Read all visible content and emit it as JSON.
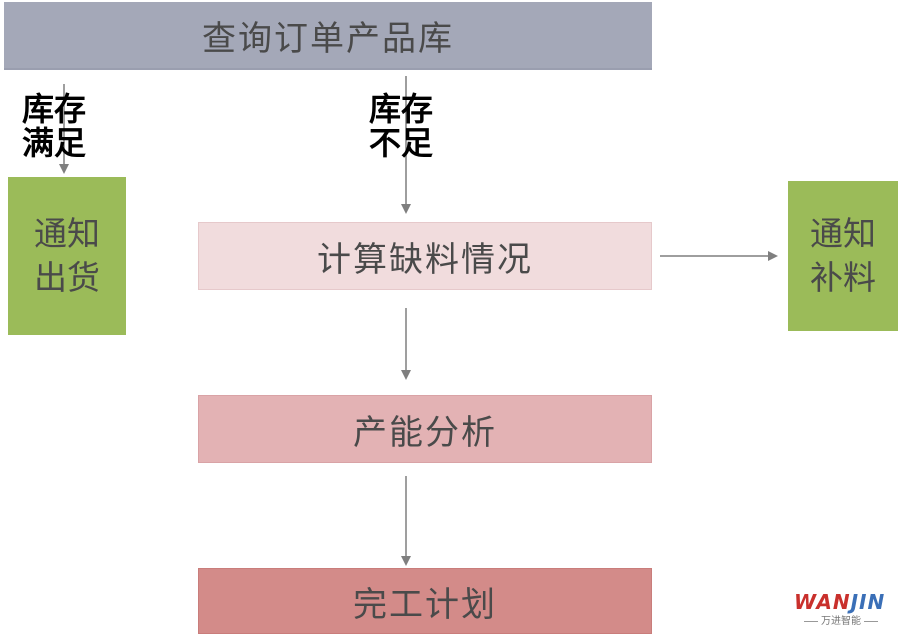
{
  "boxes": {
    "query_order_db": "查询订单产品库",
    "calc_shortage": "计算缺料情况",
    "capacity_analysis": "产能分析",
    "completion_plan": "完工计划",
    "notify_shipment": [
      "通知",
      "出货"
    ],
    "notify_replenish": [
      "通知",
      "补料"
    ]
  },
  "conditions": {
    "stock_sufficient": "库存\n满足",
    "stock_insufficient": "库存\n不足"
  },
  "logo": {
    "brand_wan": "WAN",
    "brand_jin": "JIN",
    "subtitle": "万进智能"
  },
  "colors": {
    "top_box": "#a4a8b8",
    "calc_box": "#f1dcdd",
    "capacity_box": "#e3b2b4",
    "plan_box": "#d38b89",
    "notify_box": "#9bbb59",
    "arrow": "#7f7f7f"
  }
}
